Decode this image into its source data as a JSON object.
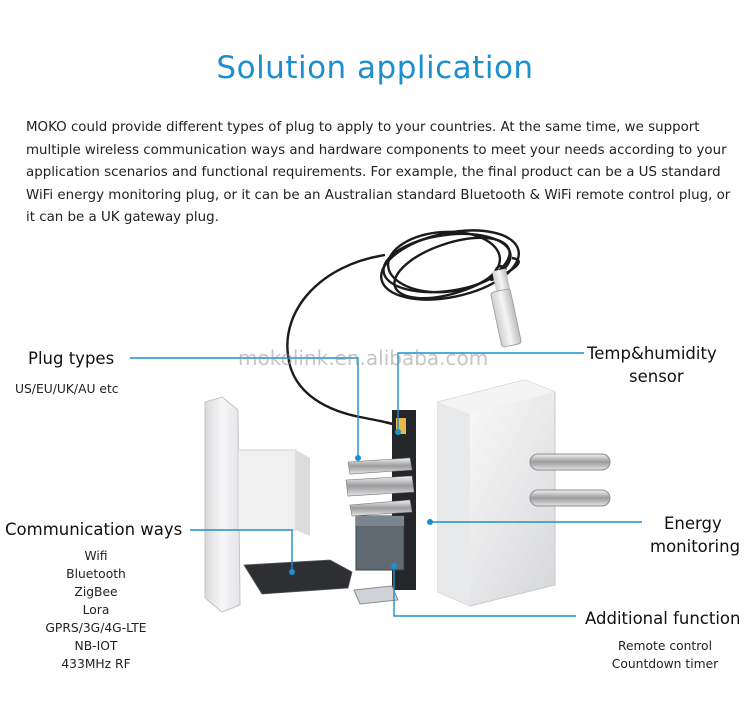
{
  "title": "Solution application",
  "intro": "MOKO could provide different types of plug to apply to your countries. At the same time, we support multiple wireless communication ways and hardware components to meet your needs according to your application scenarios and functional requirements. For example, the final product can be a US standard WiFi energy monitoring plug, or it can be an Australian standard Bluetooth & WiFi remote control plug, or it can be a UK gateway plug.",
  "watermark": "mokolink.en.alibaba.com",
  "accent_color": "#1c8fd0",
  "callouts": {
    "plug_types": {
      "label": "Plug types",
      "detail": "US/EU/UK/AU etc"
    },
    "temp_humidity": {
      "line1": "Temp&humidity",
      "line2": "sensor"
    },
    "communication": {
      "label": "Communication ways",
      "items": [
        "Wifi",
        "Bluetooth",
        "ZigBee",
        "Lora",
        "GPRS/3G/4G-LTE",
        "NB-IOT",
        "433MHz RF"
      ]
    },
    "energy": {
      "line1": "Energy",
      "line2": "monitoring"
    },
    "additional": {
      "label": "Additional function",
      "items": [
        "Remote control",
        "Countdown timer"
      ]
    }
  }
}
